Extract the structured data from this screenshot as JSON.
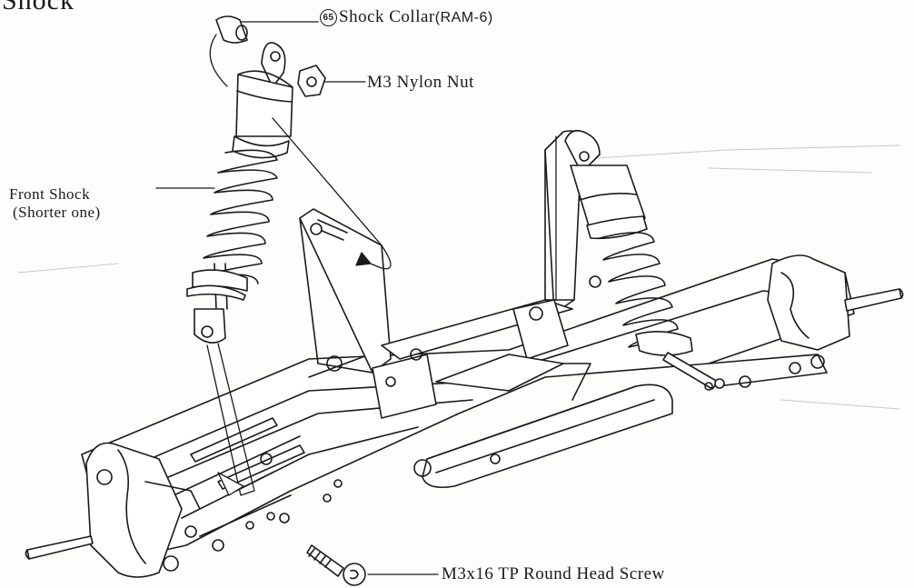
{
  "heading": "Shock",
  "labels": {
    "shock_collar_number": "65",
    "shock_collar": "Shock Collar",
    "shock_collar_code": "(RAM-6)",
    "nylon_nut": "M3 Nylon Nut",
    "front_shock": "Front Shock",
    "front_shock_note": "(Shorter one)",
    "screw": "M3x16 TP Round Head Screw"
  },
  "colors": {
    "ink": "#1a1a1a",
    "paper": "#fdfdfb",
    "shade": "#9a9a9a"
  }
}
